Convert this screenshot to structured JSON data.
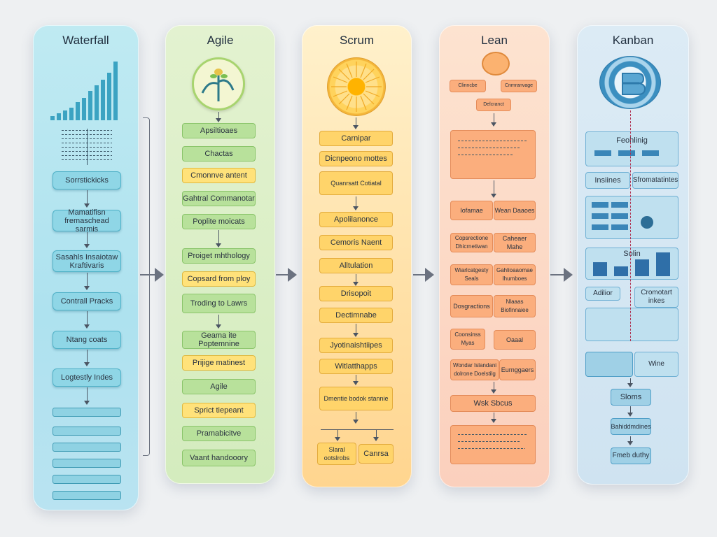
{
  "columns": [
    {
      "title": "Waterfall",
      "boxes": [
        "Sorrstickicks",
        "Mamatifisn fremaschead sarmis",
        "Sasahls Insaiotaw Kraftivaris",
        "Contrall Pracks",
        "Ntang coats",
        "Logtestly Indes"
      ]
    },
    {
      "title": "Agile",
      "boxes": [
        "Apsiltioaes",
        "Chactas",
        "Cmonnve antent",
        "Gahtral Commanotar",
        "Poplite moicats",
        "Proiget mhthology",
        "Copsard from ploy",
        "Troding to Lawrs",
        "Geama ite Poptemnine",
        "Prijige matinest",
        "Agile",
        "Sprict tiepeant",
        "Pramabicitve",
        "Vaant handooory"
      ]
    },
    {
      "title": "Scrum",
      "boxes": [
        "Carnipar",
        "Dicnpeono mottes",
        "Quanrsatt Cotiatal",
        "Apolilanonce",
        "Cemoris Naent",
        "Alltulation",
        "Drisopoit",
        "Dectimnabe",
        "Jyotinaishtiipes",
        "Witlatthapps",
        "Dmentie bodok stannie",
        "Slaral ootslrobs",
        "Canrsa"
      ]
    },
    {
      "title": "Lean",
      "boxes": [
        "Clinncbe",
        "Cnmranvage",
        "Delcranct",
        "Iofamae",
        "Wean Daaoes",
        "Copsrectione Dhicrnetiwan",
        "Caheaer Mahe",
        "Wiarlcatgesty Seals",
        "Gahlioaaomae Ihumboes",
        "Dosgractions",
        "Nlaaas Biofinnaiee",
        "Coonsinss Myas",
        "Oaaal",
        "Wondar Islandani dolrone Doelstilg",
        "Eurnggaers",
        "Wsk Sbcus"
      ]
    },
    {
      "title": "Kanban",
      "boxes": [
        "Feohlinig",
        "Insiines",
        "Sfromatatintes",
        "Solin",
        "Adilior",
        "Cromotart inkes",
        "Wine",
        "Sloms",
        "Bahiddmdines",
        "Fmeb duthy"
      ]
    }
  ],
  "colors": {
    "waterfall": "#8fd6e6",
    "agile": "#b8e19b",
    "scrum": "#ffd46a",
    "lean": "#fbae7d",
    "kanban": "#bfe0ef"
  }
}
